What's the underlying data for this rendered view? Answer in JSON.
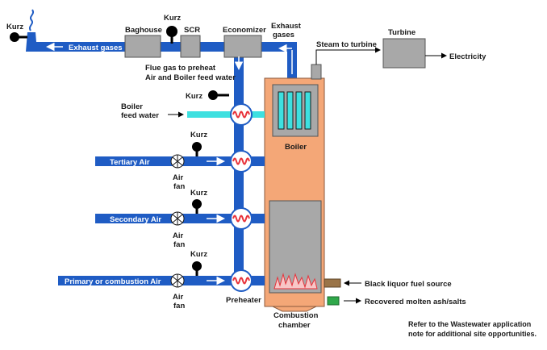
{
  "colors": {
    "duct": "#1f5cc4",
    "boiler": "#f4a777",
    "equipment": "#a8a8a8",
    "feed_water": "#3ee0e0",
    "preheater_coil": "#e8323a",
    "fuel_pipe": "#9a7448",
    "ash_pipe": "#2fa84a",
    "sensor": "#000000"
  },
  "icons": {
    "stack": "stack-icon",
    "kurz_sensor": "flow-meter-icon",
    "fan": "fan-icon",
    "preheater": "heat-exchanger-icon",
    "flame": "flame-icon",
    "arrow": "arrow-icon"
  },
  "labels": {
    "kurz_stack": "Kurz",
    "exhaust_gases_left": "Exhaust gases",
    "baghouse": "Baghouse",
    "kurz_top": "Kurz",
    "scr": "SCR",
    "economizer": "Economizer",
    "exhaust_gases_top_1": "Exhaust",
    "exhaust_gases_top_2": "gases",
    "flue_gas_1": "Flue gas to preheat",
    "flue_gas_2": "Air and Boiler feed water",
    "steam_to_turbine": "Steam to turbine",
    "turbine": "Turbine",
    "electricity": "Electricity",
    "kurz_feed": "Kurz",
    "boiler_feed_1": "Boiler",
    "boiler_feed_2": "feed water",
    "boiler": "Boiler",
    "kurz_tertiary": "Kurz",
    "tertiary_air": "Tertiary Air",
    "air_fan_1a": "Air",
    "air_fan_1b": "fan",
    "kurz_secondary": "Kurz",
    "secondary_air": "Secondary Air",
    "air_fan_2a": "Air",
    "air_fan_2b": "fan",
    "kurz_primary": "Kurz",
    "primary_air": "Primary or combustion Air",
    "air_fan_3a": "Air",
    "air_fan_3b": "fan",
    "preheater": "Preheater",
    "combustion_1": "Combustion",
    "combustion_2": "chamber",
    "black_liquor": "Black liquor fuel source",
    "recovered": "Recovered molten ash/salts",
    "note_1": "Refer to the Wastewater application",
    "note_2": "note for additional site opportunities."
  }
}
